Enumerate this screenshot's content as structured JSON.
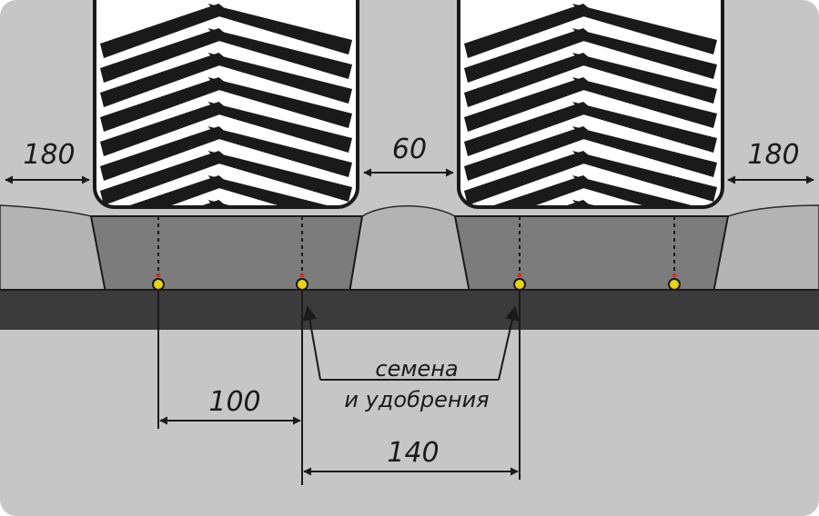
{
  "dimensions": {
    "left_edge": "180",
    "tire_gap": "60",
    "right_edge": "180",
    "row_spacing_a": "100",
    "row_spacing_b": "140"
  },
  "annotation": {
    "line1": "семена",
    "line2": "и удобрения"
  },
  "colors": {
    "background": "#c6c6c6",
    "soil_surface": "#b3b3b3",
    "tire_track": "#7c7c7c",
    "subsoil": "#3b3b3b",
    "tire": "#ffffff",
    "tread": "#1a1a1a",
    "seed": "#e6d31a",
    "seed_stem": "#c0392b"
  },
  "icons": [
    "tire-tread-icon",
    "seed-marker-icon",
    "dimension-arrow-icon"
  ]
}
